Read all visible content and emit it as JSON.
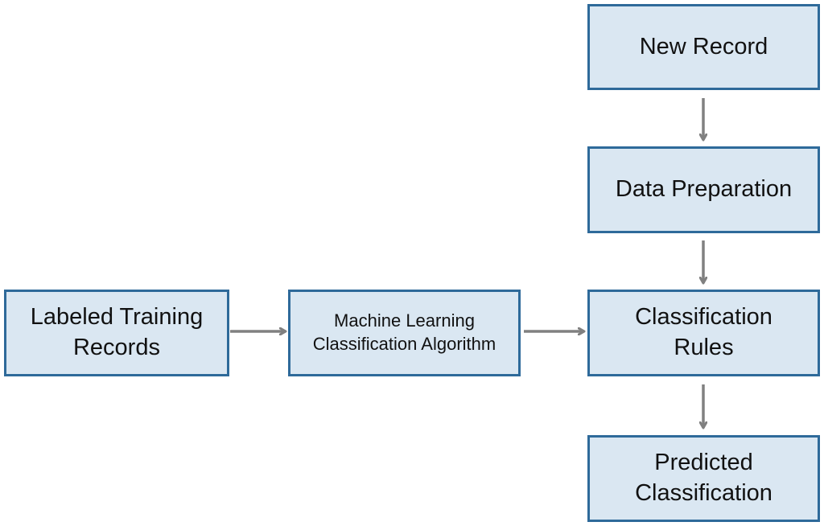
{
  "nodes": {
    "new_record": {
      "line1": "New Record",
      "line2": ""
    },
    "data_preparation": {
      "line1": "Data Preparation",
      "line2": ""
    },
    "classification_rules": {
      "line1": "Classification",
      "line2": "Rules"
    },
    "predicted_classification": {
      "line1": "Predicted",
      "line2": "Classification"
    },
    "labeled_training_records": {
      "line1": "Labeled Training",
      "line2": "Records"
    },
    "ml_algorithm": {
      "line1": "Machine Learning",
      "line2": "Classification Algorithm"
    }
  },
  "edges": [
    {
      "from": "new_record",
      "to": "data_preparation"
    },
    {
      "from": "data_preparation",
      "to": "classification_rules"
    },
    {
      "from": "classification_rules",
      "to": "predicted_classification"
    },
    {
      "from": "labeled_training_records",
      "to": "ml_algorithm"
    },
    {
      "from": "ml_algorithm",
      "to": "classification_rules"
    }
  ],
  "colors": {
    "box_fill": "#dae7f2",
    "box_border": "#2e6a9a",
    "arrow": "#808080",
    "text": "#111111"
  }
}
